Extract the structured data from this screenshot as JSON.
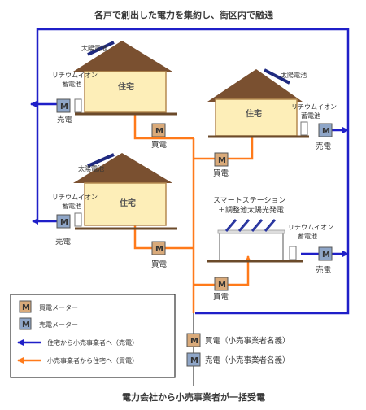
{
  "title_top": "各戸で創出した電力を集約し、街区内で融通",
  "title_bottom": "電力会社から小売事業者が一括受電",
  "houses": {
    "h1": {
      "label": "住宅",
      "solar": "太陽電池",
      "battery1": "リチウムイオン",
      "battery2": "蓄電池"
    },
    "h2": {
      "label": "住宅",
      "solar": "太陽電池",
      "battery1": "リチウムイオン",
      "battery2": "蓄電池"
    },
    "h3": {
      "label": "住宅",
      "solar": "太陽電池",
      "battery1": "リチウムイオン",
      "battery2": "蓄電池"
    }
  },
  "station": {
    "line1": "スマートステーション",
    "line2": "＋調整池太陽光発電",
    "battery1": "リチウムイオン",
    "battery2": "蓄電池"
  },
  "meter_letter": "M",
  "sell_label": "売電",
  "buy_label": "買電",
  "supply": {
    "buy_named": "買電（小売事業者名義）",
    "sell_named": "売電（小売事業者名義）"
  },
  "legend": {
    "buy_meter": "買電メーター",
    "sell_meter": "売電メーター",
    "blue_arrow": "住宅から小売事業者へ（売電）",
    "orange_arrow": "小売事業者から住宅へ（買電）"
  },
  "colors": {
    "blue": "#1f1fc8",
    "orange": "#ff7a1a",
    "meter_buy": "#d9aa7a",
    "meter_sell": "#8fa6c8",
    "house_fill": "#fdeeb8"
  }
}
